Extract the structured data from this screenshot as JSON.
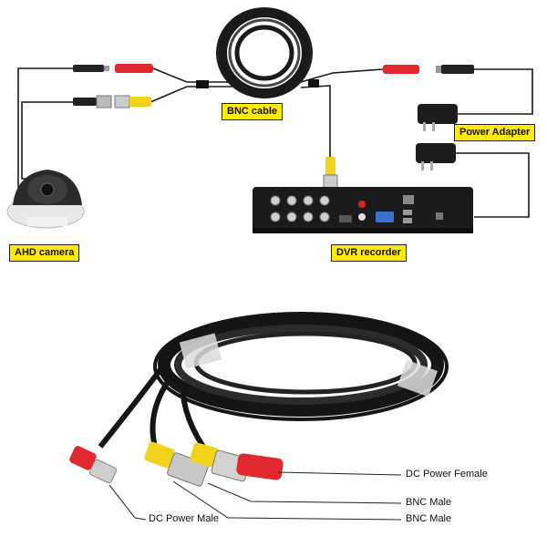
{
  "labels": {
    "bnc_cable": "BNC cable",
    "power_adapter": "Power Adapter",
    "ahd_camera": "AHD camera",
    "dvr_recorder": "DVR recorder"
  },
  "callouts": {
    "dc_power_female": "DC Power Female",
    "bnc_male_1": "BNC Male",
    "bnc_male_2": "BNC Male",
    "dc_power_male": "DC Power Male"
  },
  "colors": {
    "label_bg": "#ffeb00",
    "cable": "#1a1a1a",
    "bnc_yellow": "#f2d21b",
    "dc_red": "#e0282e"
  }
}
